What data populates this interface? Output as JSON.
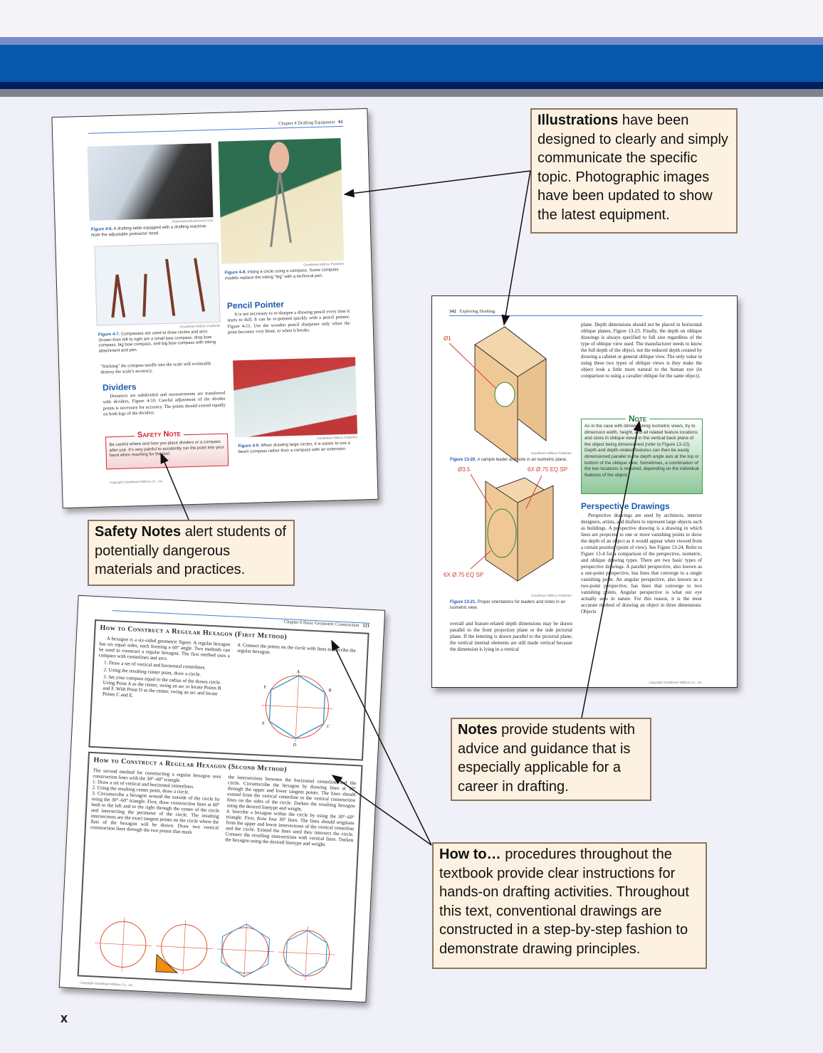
{
  "colors": {
    "band_light": "#7a8cc8",
    "band_main": "#075aab",
    "band_dark": "#001e5e",
    "band_gray": "#80828c",
    "background": "#f0f0f8",
    "callout_bg": "#fdf2e1",
    "heading_blue": "#1a5ab0",
    "safety_red": "#d02030",
    "note_green": "#3c9a4c"
  },
  "page_marker": "x",
  "callouts": {
    "illustrations": {
      "lead": "Illustrations",
      "text": " have been designed to clearly and simply communicate the specific topic. Photographic images have been updated to show the latest equipment."
    },
    "safety": {
      "lead": "Safety Notes",
      "text": " alert students of potentially dangerous materials and practices."
    },
    "notes": {
      "lead": "Notes",
      "text": " provide students with advice and guidance that is especially applicable for a career in drafting."
    },
    "howto": {
      "lead": "How to…",
      "text": " procedures throughout the textbook provide clear instructions for hands-on drafting activities. Throughout this text, conventional drawings are constructed in a step-by-step fashion to demonstrate drawing principles."
    }
  },
  "page61": {
    "running_head": "Chapter 4  Drafting Equipment",
    "page_no": "61",
    "fig46_credit": "RGtimeline/Shutterstock.com",
    "fig46_label": "Figure 4-6.",
    "fig46_text": " A drafting table equipped with a drafting machine. Note the adjustable protractor head.",
    "fig47_credit": "Goodheart-Willcox Publisher",
    "fig47_label": "Figure 4-7.",
    "fig47_text": " Compasses are used to draw circles and arcs. Shown from left to right are a small bow compass, drop bow compass, big bow compass, and big bow compass with inking attachment and pen.",
    "sticking": "\"Sticking\" the compass needle into the scale will eventually destroy the scale's accuracy.",
    "dividers_heading": "Dividers",
    "dividers_text": "Distances are subdivided and measurements are transferred with dividers, Figure 4-10. Careful adjustment of the divider points is necessary for accuracy. The points should extend equally on both legs of the dividers.",
    "safety_title": "Safety Note",
    "safety_text": "Be careful where and how you place dividers or a compass after use. It's very painful to accidently run the point into your hand when reaching for the tool.",
    "fig48_credit": "Goodheart-Willcox Publisher",
    "fig48_label": "Figure 4-8.",
    "fig48_text": " Inking a circle using a compass. Some compass models replace the inking \"leg\" with a technical pen.",
    "pencil_heading": "Pencil Pointer",
    "pencil_text": "It is not necessary to re-sharpen a drawing pencil every time it starts to dull. It can be re-pointed quickly with a pencil pointer, Figure 4-11. Use the wooden pencil sharpener only when the point becomes very blunt, or when it breaks.",
    "fig49_credit": "Goodheart-Willcox Publisher",
    "fig49_label": "Figure 4-9.",
    "fig49_text": " When drawing large circles, it is easier to use a beam compass rather than a compass with an extension.",
    "copyright": "Copyright Goodheart-Willcox Co., Inc."
  },
  "page342": {
    "page_no": "342",
    "running_head": "Exploring Drafting",
    "fig1320_credit": "Goodheart-Willcox Publisher",
    "fig1320_label": "Figure 13-20.",
    "fig1320_text": " A sample leader and note in an isometric plane.",
    "fig1321_credit": "Goodheart-Willcox Publisher",
    "fig1321_label": "Figure 13-21.",
    "fig1321_text": " Proper orientations for leaders and notes in an isometric view.",
    "dim1": "Ø1",
    "dim2": "Ø3.5",
    "dim3": "6X Ø.75 EQ SP",
    "dim4": "6X Ø.75 EQ SP",
    "left_text": "overall and feature-related depth dimensions may be drawn parallel to the front projection plane or the side pictorial plane. If the lettering is drawn parallel to the pictorial plane, the vertical internal elements are still made vertical because the dimension is lying in a vertical",
    "right_text": "plane. Depth dimensions should not be placed in horizontal oblique planes, Figure 13-23. Finally, the depth on oblique drawings is always specified to full size regardless of the type of oblique view used. The manufacturer needs to know the full depth of the object, not the reduced depth created by drawing a cabinet or general oblique view. The only value in using these two types of oblique views is they make the object look a little more natural to the human eye (in comparison to using a cavalier oblique for the same object).",
    "note_title": "Note",
    "note_text": "As in the case with dimensioning isometric views, try to dimension width, height, and all related feature locations and sizes in oblique views in the vertical back plane of the object being dimensioned (refer to Figure 13-22). Depth and depth-related features can then be easily dimensioned parallel to the depth angle axis at the top or bottom of the oblique view. Sometimes, a combination of the two locations is required, depending on the individual features of the object.",
    "persp_heading": "Perspective Drawings",
    "persp_text": "Perspective drawings are used by architects, interior designers, artists, and drafters to represent large objects such as buildings. A perspective drawing is a drawing in which lines are projected to one or more vanishing points to show the depth of an object as it would appear when viewed from a certain position (point of view). See Figure 13-24. Refer to Figure 13-4 for a comparison of the perspective, isometric, and oblique drawing types. There are two basic types of perspective drawings. A parallel perspective, also known as a one-point perspective, has lines that converge to a single vanishing point. An angular perspective, also known as a two-point perspective, has lines that converge to two vanishing points. Angular perspective is what our eye actually sees in nature. For this reason, it is the most accurate method of drawing an object in three dimensions. Objects",
    "copyright": "Copyright Goodheart-Willcox Co., Inc."
  },
  "page121": {
    "running_head": "Chapter 6  Basic Geometric Construction",
    "page_no": "121",
    "box1_title": "How to Construct a Regular Hexagon (First Method)",
    "box1_intro": "A hexagon is a six-sided geometric figure. A regular hexagon has six equal sides, each forming a 60° angle. Two methods can be used to construct a regular hexagon. The first method uses a compass with centerlines and arcs.",
    "box1_steps": [
      "1. Draw a set of vertical and horizontal centerlines.",
      "2. Using the resulting center point, draw a circle.",
      "3. Set your compass equal to the radius of the drawn circle. Using Point A as the center, swing an arc to locate Points B and F. With Point D as the center, swing an arc and locate Points C and E.",
      "4. Connect the points on the circle with lines to inscribe the regular hexagon."
    ],
    "points": [
      "A",
      "B",
      "C",
      "D",
      "E",
      "F"
    ],
    "box2_title": "How to Construct a Regular Hexagon (Second Method)",
    "box2_left": "The second method for constructing a regular hexagon uses construction lines with the 30°–60° triangle.\n1. Draw a set of vertical and horizontal centerlines.\n2. Using the resulting center point, draw a circle.\n3. Circumscribe a hexagon around the outside of the circle by using the 30°–60° triangle. First, draw construction lines at 60° both to the left and to the right through the center of the circle and intersecting the perimeter of the circle. The resulting intersections are the exact tangent points on the circle where the flats of the hexagon will be drawn. Draw two vertical construction lines through the two points that mark",
    "box2_right": "the intersections between the horizontal centerline and the circle. Circumscribe the hexagon by drawing lines at 30° through the upper and lower tangent points. The lines should extend from the vertical centerline to the vertical construction lines on the sides of the circle. Darken the resulting hexagon using the desired linetype and weight.\n4. Inscribe a hexagon within the circle by using the 30°–60° triangle. First, draw four 30° lines. The lines should originate from the upper and lower intersections of the vertical centerline and the circle. Extend the lines until they intersect the circle. Connect the resulting intersections with vertical lines. Darken the hexagon using the desired linetype and weight.",
    "copyright": "Copyright Goodheart-Willcox Co., Inc."
  }
}
